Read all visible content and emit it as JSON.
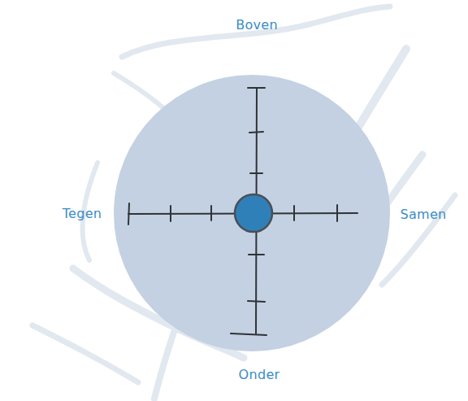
{
  "diagram": {
    "labels": [
      "Boven",
      "Tegen",
      "Samen",
      "Onder"
    ]
  }
}
